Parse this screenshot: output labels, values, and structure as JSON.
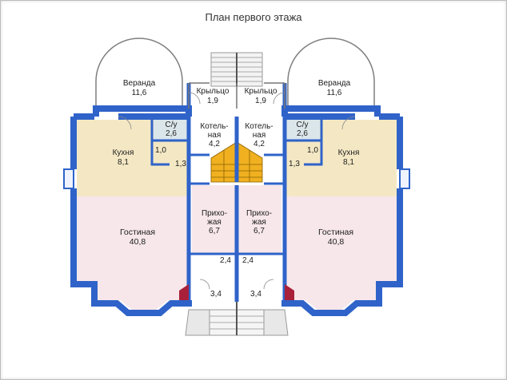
{
  "title": "План первого этажа",
  "rooms": {
    "left": {
      "veranda_name": "Веранда",
      "veranda_area": "11,6",
      "porch_name": "Крыльцо",
      "porch_area": "1,9",
      "wc_name": "С/у",
      "wc_area": "2,6",
      "boiler_name_1": "Котель-",
      "boiler_name_2": "ная",
      "boiler_area": "4,2",
      "kitchen_name": "Кухня",
      "kitchen_area": "8,1",
      "closet_area": "1,0",
      "small_area": "1,3",
      "hall_name_1": "Прихо-",
      "hall_name_2": "жая",
      "hall_area": "6,7",
      "living_name": "Гостиная",
      "living_area": "40,8",
      "vest1_area": "2,4",
      "vest2_area": "3,4"
    },
    "right": {
      "veranda_name": "Веранда",
      "veranda_area": "11,6",
      "porch_name": "Крыльцо",
      "porch_area": "1,9",
      "wc_name": "С/у",
      "wc_area": "2,6",
      "boiler_name_1": "Котель-",
      "boiler_name_2": "ная",
      "boiler_area": "4,2",
      "kitchen_name": "Кухня",
      "kitchen_area": "8,1",
      "closet_area": "1,0",
      "small_area": "1,3",
      "hall_name_1": "Прихо-",
      "hall_name_2": "жая",
      "hall_area": "6,7",
      "living_name": "Гостиная",
      "living_area": "40,8",
      "vest1_area": "2,4",
      "vest2_area": "3,4"
    }
  },
  "colors": {
    "wall": "#2f63c9",
    "living": "#f7e7ea",
    "kitchen": "#f4e8c4",
    "wc": "#dbe6ea",
    "veranda": "#ffffff",
    "stairs": "#f0b020"
  }
}
